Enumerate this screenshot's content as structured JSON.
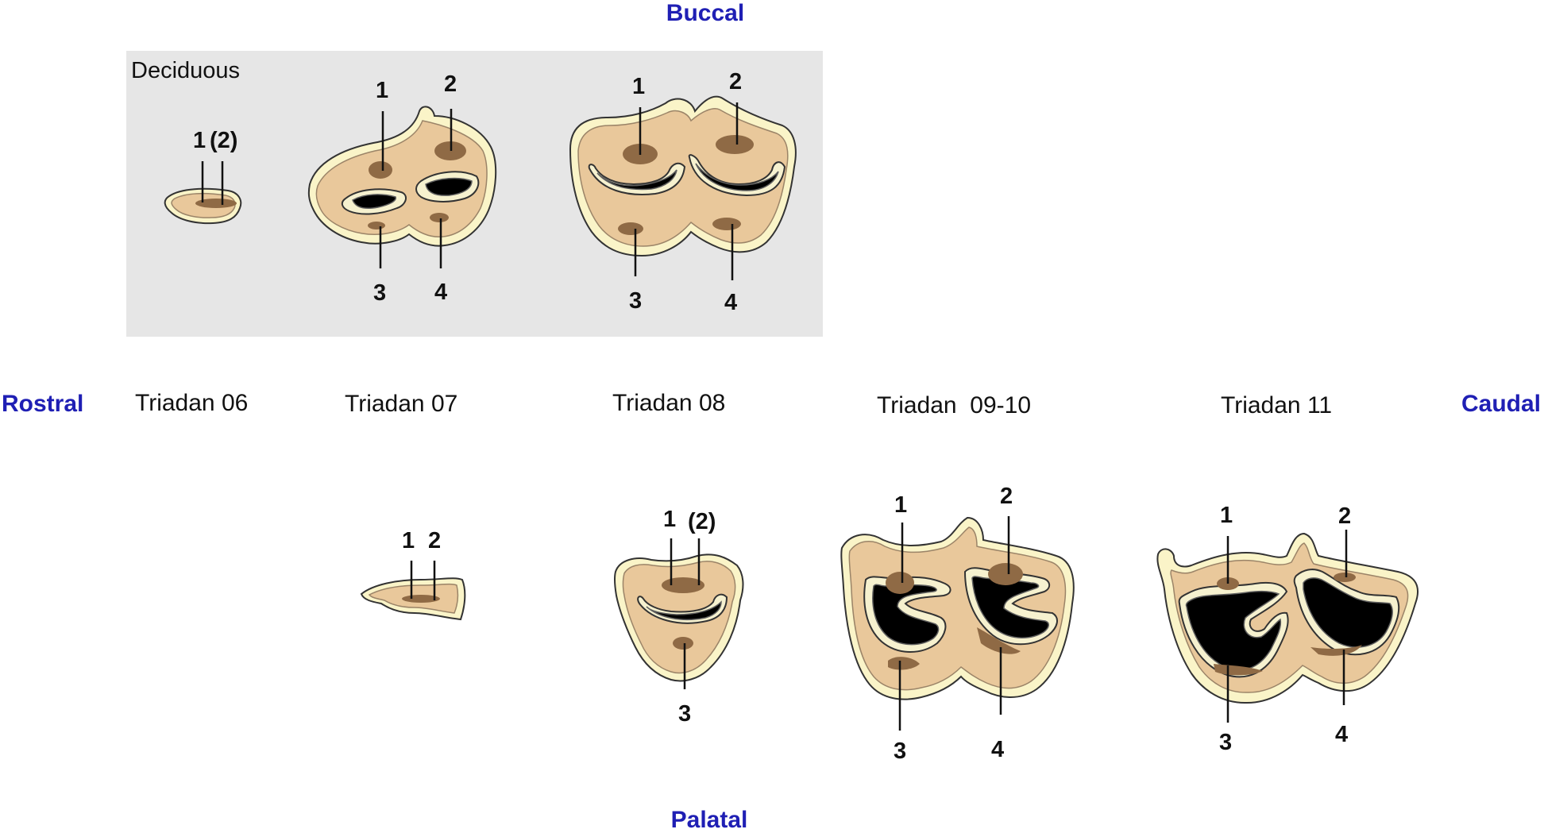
{
  "directions": {
    "buccal": "Buccal",
    "palatal": "Palatal",
    "rostral": "Rostral",
    "caudal": "Caudal"
  },
  "deciduous_label": "Deciduous",
  "columns": [
    "Triadan 06",
    "Triadan 07",
    "Triadan 08",
    "Triadan  09-10",
    "Triadan 11"
  ],
  "teeth": {
    "deciduous_06": {
      "labels": [
        "1",
        "(2)"
      ]
    },
    "deciduous_07": {
      "labels": [
        "1",
        "2",
        "3",
        "4"
      ]
    },
    "deciduous_08": {
      "labels": [
        "1",
        "2",
        "3",
        "4"
      ]
    },
    "permanent_07": {
      "labels": [
        "1",
        "2"
      ]
    },
    "permanent_08": {
      "labels": [
        "1",
        "(2)",
        "3"
      ]
    },
    "permanent_09_10": {
      "labels": [
        "1",
        "2",
        "3",
        "4"
      ]
    },
    "permanent_11": {
      "labels": [
        "1",
        "2",
        "3",
        "4"
      ]
    }
  },
  "colors": {
    "direction_text": "#1f1fb4",
    "deciduous_panel": "#e6e6e6",
    "enamel_rim": "#faf4c8",
    "dentine": "#e9c89b",
    "pulp_horn": "#8f6a45",
    "infundibulum": "#000000"
  }
}
